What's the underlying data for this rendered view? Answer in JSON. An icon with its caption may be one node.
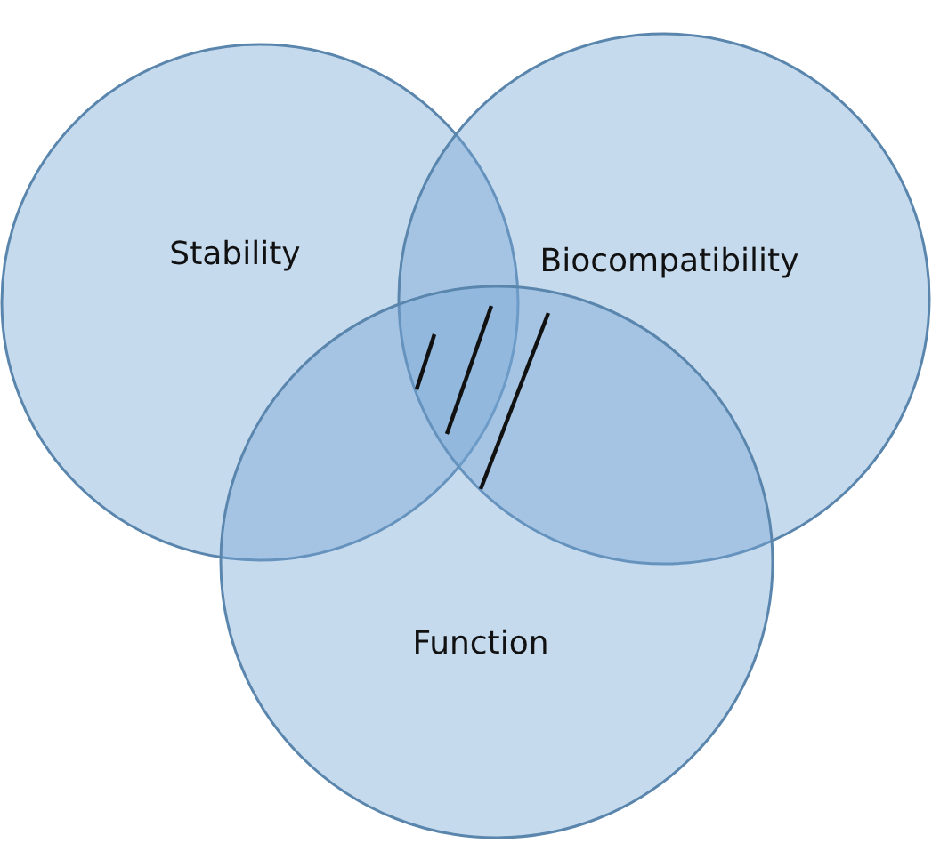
{
  "diagram": {
    "nodes": [
      {
        "text": [
          "Stability"
        ]
      },
      {
        "text": [
          "Biocompatibility"
        ]
      },
      {
        "text": [
          "Function"
        ]
      }
    ],
    "edges": []
  }
}
